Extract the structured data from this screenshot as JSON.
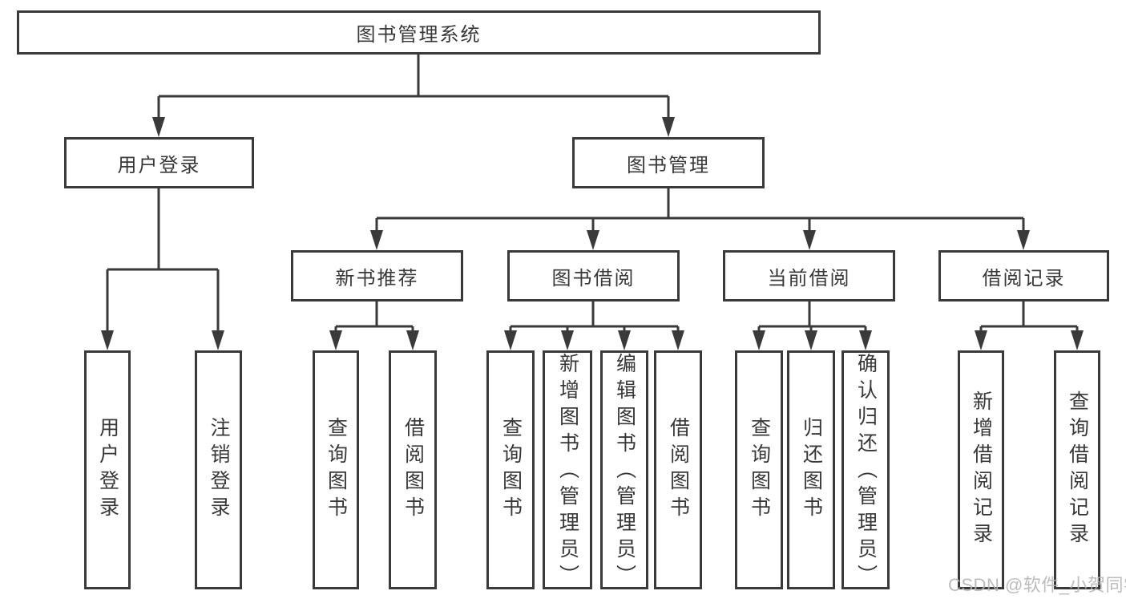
{
  "diagram_type": "hierarchy-tree",
  "colors": {
    "background": "#ffffff",
    "box_border": "#3a3a3a",
    "connector": "#3a3a3a",
    "text": "#383838",
    "watermark": "#b3b3b3"
  },
  "hierarchy": {
    "label": "图书管理系统",
    "children": [
      {
        "label": "用户登录",
        "children": [
          {
            "label": "用户登录"
          },
          {
            "label": "注销登录"
          }
        ]
      },
      {
        "label": "图书管理",
        "children": [
          {
            "label": "新书推荐",
            "children": [
              {
                "label": "查询图书"
              },
              {
                "label": "借阅图书"
              }
            ]
          },
          {
            "label": "图书借阅",
            "children": [
              {
                "label": "查询图书"
              },
              {
                "label": "新增图书（管理员）"
              },
              {
                "label": "编辑图书（管理员）"
              },
              {
                "label": "借阅图书"
              }
            ]
          },
          {
            "label": "当前借阅",
            "children": [
              {
                "label": "查询图书"
              },
              {
                "label": "归还图书"
              },
              {
                "label": "确认归还（管理员）"
              }
            ]
          },
          {
            "label": "借阅记录",
            "children": [
              {
                "label": "新增借阅记录"
              },
              {
                "label": "查询借阅记录"
              }
            ]
          }
        ]
      }
    ]
  },
  "watermark": {
    "text": "CSDN @软件_小贺同学"
  }
}
